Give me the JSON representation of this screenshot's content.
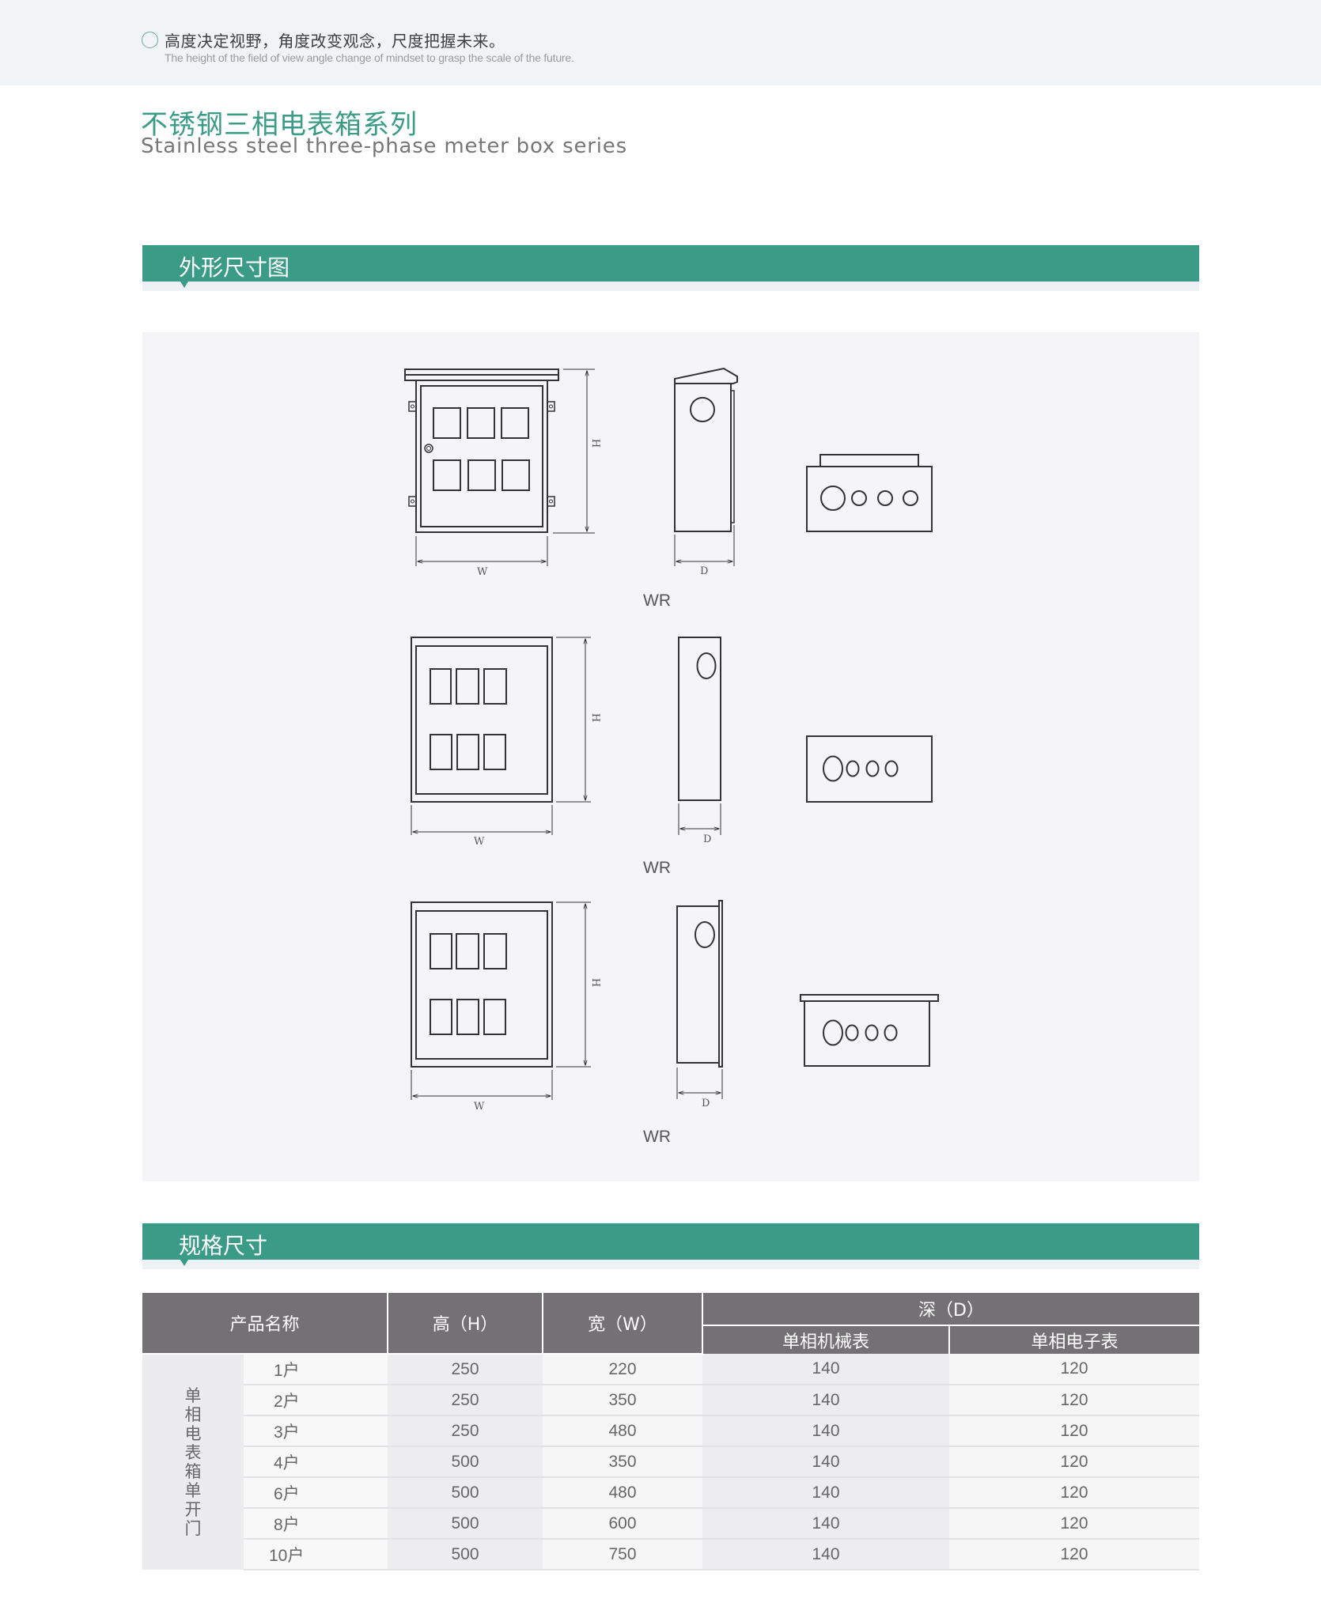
{
  "banner": {
    "icon": "circle-outline-icon",
    "slogan_cn": "高度决定视野，角度改变观念，尺度把握未来。",
    "slogan_en": "The height of the field of view angle change of mindset to grasp the scale of the future."
  },
  "title": {
    "cn": "不锈钢三相电表箱系列",
    "en": "Stainless steel three-phase meter box series"
  },
  "sections": {
    "dimensions_drawing": "外形尺寸图",
    "specifications": "规格尺寸"
  },
  "drawings": [
    {
      "model": "WR",
      "variant": "rain-hood-outdoor",
      "labels": {
        "height": "H",
        "width": "W",
        "depth": "D"
      }
    },
    {
      "model": "WR",
      "variant": "surface-mounted",
      "labels": {
        "height": "H",
        "width": "W",
        "depth": "D"
      }
    },
    {
      "model": "WR",
      "variant": "flush-mounted-flange",
      "labels": {
        "height": "H",
        "width": "W",
        "depth": "D"
      }
    }
  ],
  "table": {
    "headers": {
      "product_name": "产品名称",
      "height": "高（H）",
      "width": "宽（W）",
      "depth": "深（D）",
      "depth_mechanical": "单相机械表",
      "depth_electronic": "单相电子表"
    },
    "group_label": "单相电表箱单开门",
    "rows": [
      {
        "households": "1户",
        "h": "250",
        "w": "220",
        "d_mech": "140",
        "d_elec": "120"
      },
      {
        "households": "2户",
        "h": "250",
        "w": "350",
        "d_mech": "140",
        "d_elec": "120"
      },
      {
        "households": "3户",
        "h": "250",
        "w": "480",
        "d_mech": "140",
        "d_elec": "120"
      },
      {
        "households": "4户",
        "h": "500",
        "w": "350",
        "d_mech": "140",
        "d_elec": "120"
      },
      {
        "households": "6户",
        "h": "500",
        "w": "480",
        "d_mech": "140",
        "d_elec": "120"
      },
      {
        "households": "8户",
        "h": "500",
        "w": "600",
        "d_mech": "140",
        "d_elec": "120"
      },
      {
        "households": "10户",
        "h": "500",
        "w": "750",
        "d_mech": "140",
        "d_elec": "120"
      }
    ]
  },
  "colors": {
    "accent_green": "#3a9b86",
    "table_header": "#737173",
    "banner_bg": "#f1f4f6",
    "panel_bg": "#f5f5f7"
  }
}
